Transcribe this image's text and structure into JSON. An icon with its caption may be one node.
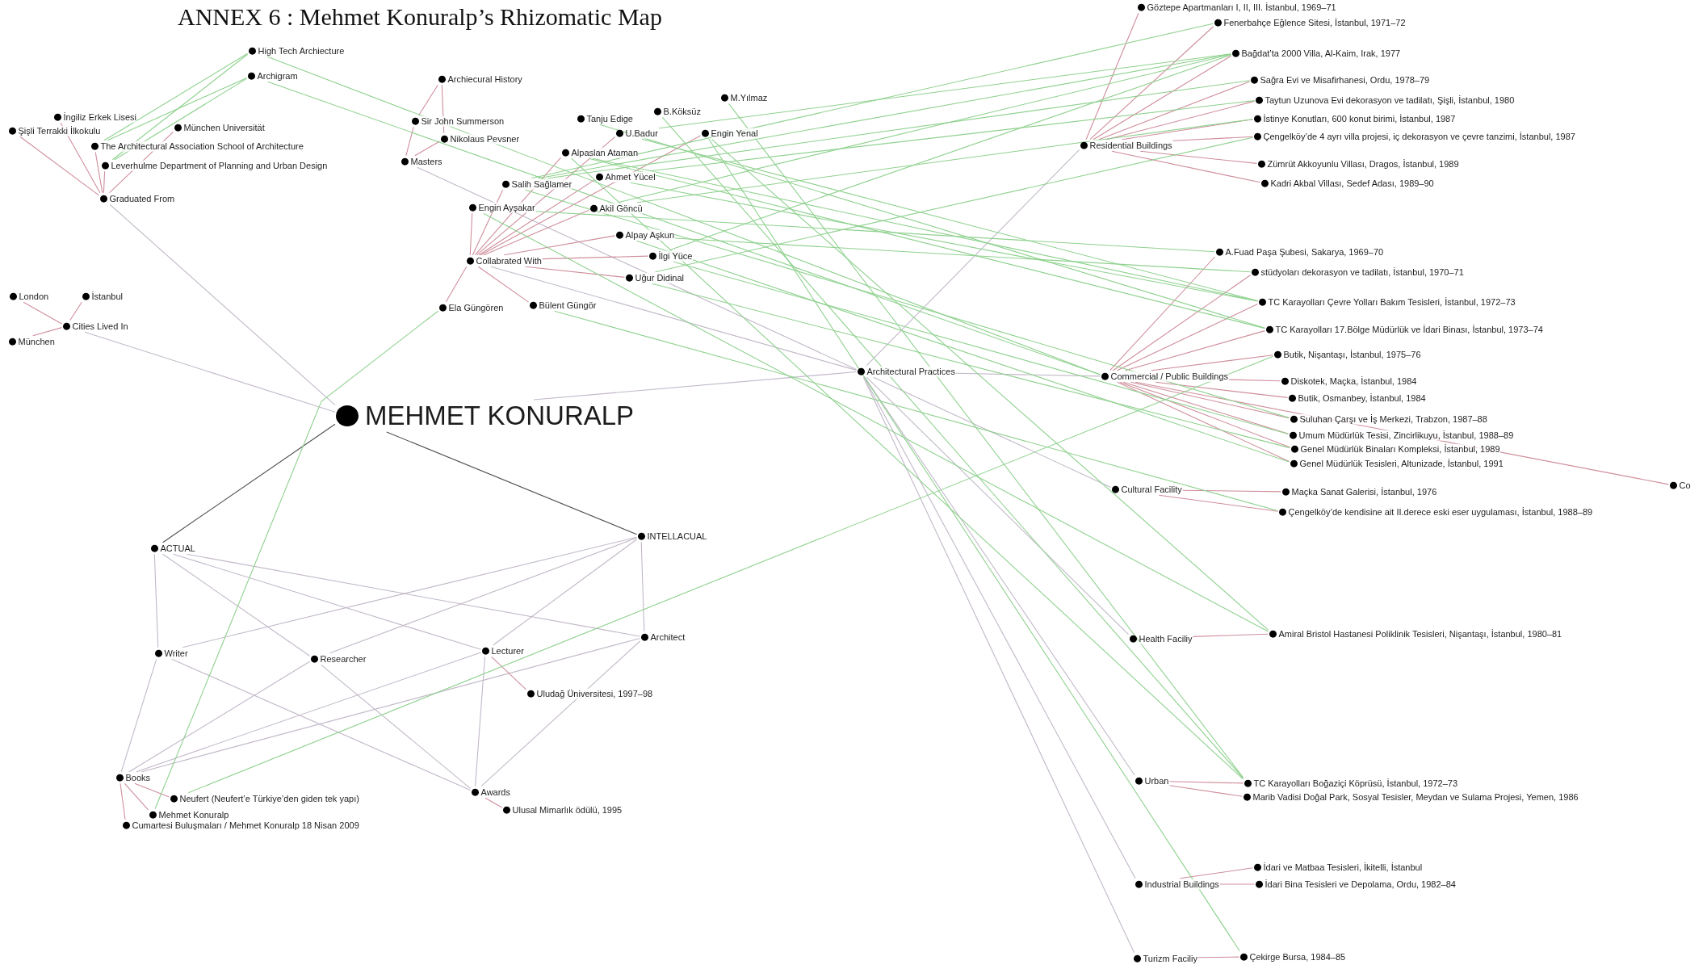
{
  "diagram": {
    "title": "ANNEX 6 : Mehmet Konuralp’s Rhizomatic Map",
    "nodes": [
      {
        "text": [
          "MEHMET KONURALP"
        ]
      },
      {
        "text": [
          "Graduated From"
        ]
      },
      {
        "text": [
          "High Tech Archiecture"
        ]
      },
      {
        "text": [
          "Archigram"
        ]
      },
      {
        "text": [
          "İngiliz Erkek Lisesi"
        ]
      },
      {
        "text": [
          "Şişli Terrakki İlkokulu"
        ]
      },
      {
        "text": [
          "München Universität"
        ]
      },
      {
        "text": [
          "The Architectural Association School of Architecture"
        ]
      },
      {
        "text": [
          "Leverhulme Department of Planning and Urban Design"
        ]
      },
      {
        "text": [
          "Cities Lived In"
        ]
      },
      {
        "text": [
          "London"
        ]
      },
      {
        "text": [
          "İstanbul"
        ]
      },
      {
        "text": [
          "München"
        ]
      },
      {
        "text": [
          "Masters"
        ]
      },
      {
        "text": [
          "Archiecural History"
        ]
      },
      {
        "text": [
          "Sir John Summerson"
        ]
      },
      {
        "text": [
          "Nikolaus Pevsner"
        ]
      },
      {
        "text": [
          "Collabrated With"
        ]
      },
      {
        "text": [
          "Tanju Edige"
        ]
      },
      {
        "text": [
          "B.Köksüz"
        ]
      },
      {
        "text": [
          "M.Yılmaz"
        ]
      },
      {
        "text": [
          "U.Badur"
        ]
      },
      {
        "text": [
          "Engin Yenal"
        ]
      },
      {
        "text": [
          "Alpaslan Ataman"
        ]
      },
      {
        "text": [
          "Salih Sağlamer"
        ]
      },
      {
        "text": [
          "Ahmet Yücel"
        ]
      },
      {
        "text": [
          "Engin Ayşakar"
        ]
      },
      {
        "text": [
          "Akil Göncü"
        ]
      },
      {
        "text": [
          "Alpay Aşkun"
        ]
      },
      {
        "text": [
          "İlgi Yüce"
        ]
      },
      {
        "text": [
          "Uğur Didinal"
        ]
      },
      {
        "text": [
          "Ela Güngören"
        ]
      },
      {
        "text": [
          "Bülent Güngör"
        ]
      },
      {
        "text": [
          "Architectural Practices"
        ]
      },
      {
        "text": [
          "Residential Buildings"
        ]
      },
      {
        "text": [
          "Göztepe Apartmanları I, II, III. İstanbul, 1969–71"
        ]
      },
      {
        "text": [
          "Fenerbahçe Eğlence Sitesi, İstanbul, 1971–72"
        ]
      },
      {
        "text": [
          "Bağdat’ta 2000 Villa, Al-Kaim, Irak, 1977"
        ]
      },
      {
        "text": [
          "Sağra Evi ve Misafirhanesi, Ordu, 1978–79"
        ]
      },
      {
        "text": [
          "Taytun Uzunova Evi dekorasyon ve tadilatı, Şişli, İstanbul, 1980"
        ]
      },
      {
        "text": [
          "İstinye Konutları, 600 konut birimi, İstanbul, 1987"
        ]
      },
      {
        "text": [
          "Çengelköy’de 4 ayrı villa projesi, iç dekorasyon ve çevre tanzimi, İstanbul, 1987"
        ]
      },
      {
        "text": [
          "Zümrüt Akkoyunlu Villası, Dragos, İstanbul, 1989"
        ]
      },
      {
        "text": [
          "Kadri Akbal Villası, Sedef Adası, 1989–90"
        ]
      },
      {
        "text": [
          "Commercial / Public Buildings"
        ]
      },
      {
        "text": [
          "A.Fuad Paşa Şubesi, Sakarya, 1969–70"
        ]
      },
      {
        "text": [
          "stüdyoları dekorasyon ve tadilatı, İstanbul, 1970–71"
        ]
      },
      {
        "text": [
          "TC Karayolları Çevre Yolları Bakım Tesisleri, İstanbul, 1972–73"
        ]
      },
      {
        "text": [
          "TC Karayolları 17.Bölge Müdürlük ve İdari Binası, İstanbul, 1973–74"
        ]
      },
      {
        "text": [
          "Butik, Nişantaşı, İstanbul, 1975–76"
        ]
      },
      {
        "text": [
          "Diskotek, Maçka, İstanbul, 1984"
        ]
      },
      {
        "text": [
          "Butik, Osmanbey, İstanbul, 1984"
        ]
      },
      {
        "text": [
          "Suluhan Çarşı ve İş Merkezi, Trabzon, 1987–88"
        ]
      },
      {
        "text": [
          "Umum Müdürlük Tesisi, Zincirlikuyu, İstanbul, 1988–89"
        ]
      },
      {
        "text": [
          "Genel Müdürlük Binaları Kompleksi, İstanbul, 1989"
        ]
      },
      {
        "text": [
          "Genel Müdürlük Tesisleri, Altunizade, İstanbul, 1991"
        ]
      },
      {
        "text": [
          "Co"
        ]
      },
      {
        "text": [
          "Cultural Facility"
        ]
      },
      {
        "text": [
          "Maçka Sanat Galerisi, İstanbul, 1976"
        ]
      },
      {
        "text": [
          "Çengelköy’de kendisine ait II.derece eski eser uygulaması, İstanbul, 1988–89"
        ]
      },
      {
        "text": [
          "Health Faciliy"
        ]
      },
      {
        "text": [
          "Amiral Bristol Hastanesi Poliklinik Tesisleri, Nişantaşı, İstanbul, 1980–81"
        ]
      },
      {
        "text": [
          "Urban"
        ]
      },
      {
        "text": [
          "TC Karayolları Boğaziçi Köprüsü, İstanbul, 1972–73"
        ]
      },
      {
        "text": [
          "Marib Vadisi Doğal Park, Sosyal Tesisler, Meydan ve Sulama Projesi, Yemen, 1986"
        ]
      },
      {
        "text": [
          "Industrial Buildings"
        ]
      },
      {
        "text": [
          "İdari ve Matbaa Tesisleri, İkitelli, İstanbul"
        ]
      },
      {
        "text": [
          "İdari Bina Tesisleri ve Depolama, Ordu, 1982–84"
        ]
      },
      {
        "text": [
          "Turizm Faciliy"
        ]
      },
      {
        "text": [
          "Çekirge Bursa, 1984–85"
        ]
      },
      {
        "text": [
          "ACTUAL"
        ]
      },
      {
        "text": [
          "INTELLACUAL"
        ]
      },
      {
        "text": [
          "Writer"
        ]
      },
      {
        "text": [
          "Researcher"
        ]
      },
      {
        "text": [
          "Lecturer"
        ]
      },
      {
        "text": [
          "Architect"
        ]
      },
      {
        "text": [
          "Uludağ Üniversitesi, 1997–98"
        ]
      },
      {
        "text": [
          "Books"
        ]
      },
      {
        "text": [
          "Neufert (Neufert’e Türkiye’den giden tek yapı)"
        ]
      },
      {
        "text": [
          "Mehmet Konuralp"
        ]
      },
      {
        "text": [
          "Cumartesi Buluşmaları / Mehmet Konuralp 18 Nisan 2009"
        ]
      },
      {
        "text": [
          "Awards"
        ]
      },
      {
        "text": [
          "Ulusal Mimarlık ödülü, 1995"
        ]
      }
    ],
    "edges": [
      {
        "from": 0,
        "to": 1,
        "arrow": "none",
        "color": "#c2b8c8"
      },
      {
        "from": 0,
        "to": 9,
        "arrow": "none",
        "color": "#c2b8c8"
      },
      {
        "from": 0,
        "to": 33,
        "arrow": "none",
        "color": "#c2b8c8"
      },
      {
        "from": 13,
        "to": 33,
        "arrow": "none",
        "color": "#c2b8c8"
      },
      {
        "from": 17,
        "to": 33,
        "arrow": "none",
        "color": "#c2b8c8"
      },
      {
        "from": 33,
        "to": 34,
        "arrow": "none",
        "color": "#c2b8c8"
      },
      {
        "from": 33,
        "to": 44,
        "arrow": "none",
        "color": "#c2b8c8"
      },
      {
        "from": 33,
        "to": 57,
        "arrow": "none",
        "color": "#c2b8c8"
      },
      {
        "from": 33,
        "to": 60,
        "arrow": "none",
        "color": "#c2b8c8"
      },
      {
        "from": 33,
        "to": 62,
        "arrow": "none",
        "color": "#c2b8c8"
      },
      {
        "from": 33,
        "to": 65,
        "arrow": "none",
        "color": "#c2b8c8"
      },
      {
        "from": 33,
        "to": 68,
        "arrow": "none",
        "color": "#c2b8c8"
      },
      {
        "from": 70,
        "to": 72,
        "arrow": "none",
        "color": "#c2b8c8"
      },
      {
        "from": 70,
        "to": 73,
        "arrow": "none",
        "color": "#c2b8c8"
      },
      {
        "from": 70,
        "to": 74,
        "arrow": "none",
        "color": "#c2b8c8"
      },
      {
        "from": 70,
        "to": 75,
        "arrow": "none",
        "color": "#c2b8c8"
      },
      {
        "from": 71,
        "to": 72,
        "arrow": "none",
        "color": "#c2b8c8"
      },
      {
        "from": 71,
        "to": 73,
        "arrow": "none",
        "color": "#c2b8c8"
      },
      {
        "from": 71,
        "to": 74,
        "arrow": "none",
        "color": "#c2b8c8"
      },
      {
        "from": 71,
        "to": 75,
        "arrow": "none",
        "color": "#c2b8c8"
      },
      {
        "from": 72,
        "to": 77,
        "arrow": "none",
        "color": "#c2b8c8"
      },
      {
        "from": 72,
        "to": 81,
        "arrow": "none",
        "color": "#c2b8c8"
      },
      {
        "from": 73,
        "to": 77,
        "arrow": "none",
        "color": "#c2b8c8"
      },
      {
        "from": 73,
        "to": 81,
        "arrow": "none",
        "color": "#c2b8c8"
      },
      {
        "from": 74,
        "to": 77,
        "arrow": "none",
        "color": "#c2b8c8"
      },
      {
        "from": 74,
        "to": 81,
        "arrow": "none",
        "color": "#c2b8c8"
      },
      {
        "from": 75,
        "to": 77,
        "arrow": "none",
        "color": "#c2b8c8"
      },
      {
        "from": 75,
        "to": 81,
        "arrow": "none",
        "color": "#c2b8c8"
      },
      {
        "from": 0,
        "to": 70,
        "arrow": "none",
        "color": "#4d4d4d"
      },
      {
        "from": 0,
        "to": 71,
        "arrow": "none",
        "color": "#4d4d4d"
      },
      {
        "from": 1,
        "to": 4,
        "arrow": "none"
      },
      {
        "from": 1,
        "to": 5,
        "arrow": "none"
      },
      {
        "from": 1,
        "to": 6,
        "arrow": "none"
      },
      {
        "from": 1,
        "to": 7,
        "arrow": "none"
      },
      {
        "from": 1,
        "to": 8,
        "arrow": "none"
      },
      {
        "from": 9,
        "to": 10,
        "arrow": "none"
      },
      {
        "from": 9,
        "to": 11,
        "arrow": "none"
      },
      {
        "from": 9,
        "to": 12,
        "arrow": "none"
      },
      {
        "from": 14,
        "to": 15,
        "arrow": "none"
      },
      {
        "from": 14,
        "to": 16,
        "arrow": "none"
      },
      {
        "from": 13,
        "to": 15,
        "arrow": "none"
      },
      {
        "from": 13,
        "to": 16,
        "arrow": "none"
      },
      {
        "from": 17,
        "to": 21,
        "arrow": "none"
      },
      {
        "from": 17,
        "to": 22,
        "arrow": "none"
      },
      {
        "from": 17,
        "to": 23,
        "arrow": "none"
      },
      {
        "from": 17,
        "to": 24,
        "arrow": "none"
      },
      {
        "from": 17,
        "to": 25,
        "arrow": "none"
      },
      {
        "from": 17,
        "to": 26,
        "arrow": "none"
      },
      {
        "from": 17,
        "to": 27,
        "arrow": "none"
      },
      {
        "from": 17,
        "to": 28,
        "arrow": "none"
      },
      {
        "from": 17,
        "to": 29,
        "arrow": "none"
      },
      {
        "from": 17,
        "to": 30,
        "arrow": "none"
      },
      {
        "from": 17,
        "to": 31,
        "arrow": "none"
      },
      {
        "from": 17,
        "to": 32,
        "arrow": "none"
      },
      {
        "from": 34,
        "to": 35,
        "arrow": "none"
      },
      {
        "from": 34,
        "to": 36,
        "arrow": "none"
      },
      {
        "from": 34,
        "to": 37,
        "arrow": "none"
      },
      {
        "from": 34,
        "to": 38,
        "arrow": "none"
      },
      {
        "from": 34,
        "to": 39,
        "arrow": "none"
      },
      {
        "from": 34,
        "to": 40,
        "arrow": "none"
      },
      {
        "from": 34,
        "to": 41,
        "arrow": "none"
      },
      {
        "from": 34,
        "to": 42,
        "arrow": "none"
      },
      {
        "from": 34,
        "to": 43,
        "arrow": "none"
      },
      {
        "from": 44,
        "to": 45,
        "arrow": "none"
      },
      {
        "from": 44,
        "to": 46,
        "arrow": "none"
      },
      {
        "from": 44,
        "to": 47,
        "arrow": "none"
      },
      {
        "from": 44,
        "to": 48,
        "arrow": "none"
      },
      {
        "from": 44,
        "to": 49,
        "arrow": "none"
      },
      {
        "from": 44,
        "to": 50,
        "arrow": "none"
      },
      {
        "from": 44,
        "to": 51,
        "arrow": "none"
      },
      {
        "from": 44,
        "to": 52,
        "arrow": "none"
      },
      {
        "from": 44,
        "to": 53,
        "arrow": "none"
      },
      {
        "from": 44,
        "to": 54,
        "arrow": "none"
      },
      {
        "from": 44,
        "to": 55,
        "arrow": "none"
      },
      {
        "from": 44,
        "to": 56,
        "arrow": "none"
      },
      {
        "from": 57,
        "to": 58,
        "arrow": "none"
      },
      {
        "from": 57,
        "to": 59,
        "arrow": "none"
      },
      {
        "from": 60,
        "to": 61,
        "arrow": "none"
      },
      {
        "from": 62,
        "to": 63,
        "arrow": "none"
      },
      {
        "from": 62,
        "to": 64,
        "arrow": "none"
      },
      {
        "from": 65,
        "to": 66,
        "arrow": "none"
      },
      {
        "from": 65,
        "to": 67,
        "arrow": "none"
      },
      {
        "from": 68,
        "to": 69,
        "arrow": "none"
      },
      {
        "from": 74,
        "to": 76,
        "arrow": "none"
      },
      {
        "from": 77,
        "to": 78,
        "arrow": "none"
      },
      {
        "from": 77,
        "to": 79,
        "arrow": "none"
      },
      {
        "from": 77,
        "to": 80,
        "arrow": "none"
      },
      {
        "from": 81,
        "to": 82,
        "arrow": "none"
      },
      {
        "from": 7,
        "to": 2,
        "arrow": "none",
        "color": "#8fd18f"
      },
      {
        "from": 7,
        "to": 3,
        "arrow": "none",
        "color": "#8fd18f"
      },
      {
        "from": 8,
        "to": 2,
        "arrow": "none",
        "color": "#8fd18f"
      },
      {
        "from": 8,
        "to": 3,
        "arrow": "none",
        "color": "#8fd18f"
      },
      {
        "from": 2,
        "to": 44,
        "arrow": "none",
        "color": "#8fd18f"
      },
      {
        "from": 3,
        "to": 44,
        "arrow": "none",
        "color": "#8fd18f"
      },
      {
        "from": 31,
        "to": 79,
        "arrow": "none",
        "color": "#8fd18f"
      },
      {
        "from": 78,
        "to": 49,
        "arrow": "none",
        "color": "#8fd18f"
      },
      {
        "from": 18,
        "to": 48,
        "arrow": "none",
        "color": "#8fd18f"
      },
      {
        "from": 19,
        "to": 63,
        "arrow": "none",
        "color": "#8fd18f"
      },
      {
        "from": 20,
        "to": 63,
        "arrow": "none",
        "color": "#8fd18f"
      },
      {
        "from": 21,
        "to": 47,
        "arrow": "none",
        "color": "#8fd18f"
      },
      {
        "from": 21,
        "to": 37,
        "arrow": "none",
        "color": "#8fd18f"
      },
      {
        "from": 22,
        "to": 69,
        "arrow": "none",
        "color": "#8fd18f"
      },
      {
        "from": 22,
        "to": 61,
        "arrow": "none",
        "color": "#8fd18f"
      },
      {
        "from": 23,
        "to": 47,
        "arrow": "none",
        "color": "#8fd18f"
      },
      {
        "from": 23,
        "to": 48,
        "arrow": "none",
        "color": "#8fd18f"
      },
      {
        "from": 23,
        "to": 63,
        "arrow": "none",
        "color": "#8fd18f"
      },
      {
        "from": 24,
        "to": 37,
        "arrow": "none",
        "color": "#8fd18f"
      },
      {
        "from": 24,
        "to": 36,
        "arrow": "none",
        "color": "#8fd18f"
      },
      {
        "from": 24,
        "to": 38,
        "arrow": "none",
        "color": "#8fd18f"
      },
      {
        "from": 24,
        "to": 52,
        "arrow": "none",
        "color": "#8fd18f"
      },
      {
        "from": 25,
        "to": 39,
        "arrow": "none",
        "color": "#8fd18f"
      },
      {
        "from": 25,
        "to": 47,
        "arrow": "none",
        "color": "#8fd18f"
      },
      {
        "from": 26,
        "to": 45,
        "arrow": "none",
        "color": "#8fd18f"
      },
      {
        "from": 26,
        "to": 61,
        "arrow": "none",
        "color": "#8fd18f"
      },
      {
        "from": 27,
        "to": 37,
        "arrow": "none",
        "color": "#8fd18f"
      },
      {
        "from": 27,
        "to": 40,
        "arrow": "none",
        "color": "#8fd18f"
      },
      {
        "from": 28,
        "to": 46,
        "arrow": "none",
        "color": "#8fd18f"
      },
      {
        "from": 28,
        "to": 55,
        "arrow": "none",
        "color": "#8fd18f"
      },
      {
        "from": 29,
        "to": 37,
        "arrow": "none",
        "color": "#8fd18f"
      },
      {
        "from": 29,
        "to": 53,
        "arrow": "none",
        "color": "#8fd18f"
      },
      {
        "from": 30,
        "to": 41,
        "arrow": "none",
        "color": "#8fd18f"
      },
      {
        "from": 30,
        "to": 54,
        "arrow": "none",
        "color": "#8fd18f"
      },
      {
        "from": 32,
        "to": 59,
        "arrow": "none",
        "color": "#8fd18f"
      }
    ]
  }
}
